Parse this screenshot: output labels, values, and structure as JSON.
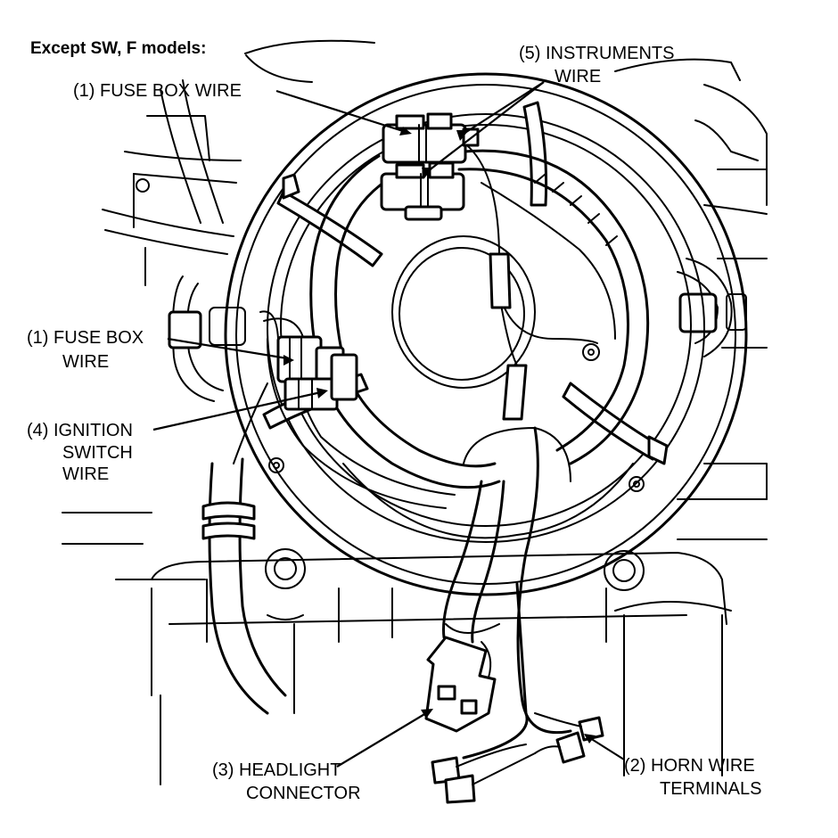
{
  "header": {
    "models_note": "Except SW, F models:"
  },
  "callouts": {
    "fuse_box_wire_top": {
      "line1": "(1) FUSE BOX WIRE"
    },
    "instruments_wire": {
      "line1": "(5) INSTRUMENTS",
      "line2": "WIRE"
    },
    "fuse_box_wire_left": {
      "line1": "(1) FUSE BOX",
      "line2": "WIRE"
    },
    "ignition_switch_wire": {
      "line1": "(4) IGNITION",
      "line2": "SWITCH",
      "line3": "WIRE"
    },
    "headlight_connector": {
      "line1": "(3) HEADLIGHT",
      "line2": "CONNECTOR"
    },
    "horn_wire_terminals": {
      "line1": "(2) HORN WIRE",
      "line2": "TERMINALS"
    }
  }
}
